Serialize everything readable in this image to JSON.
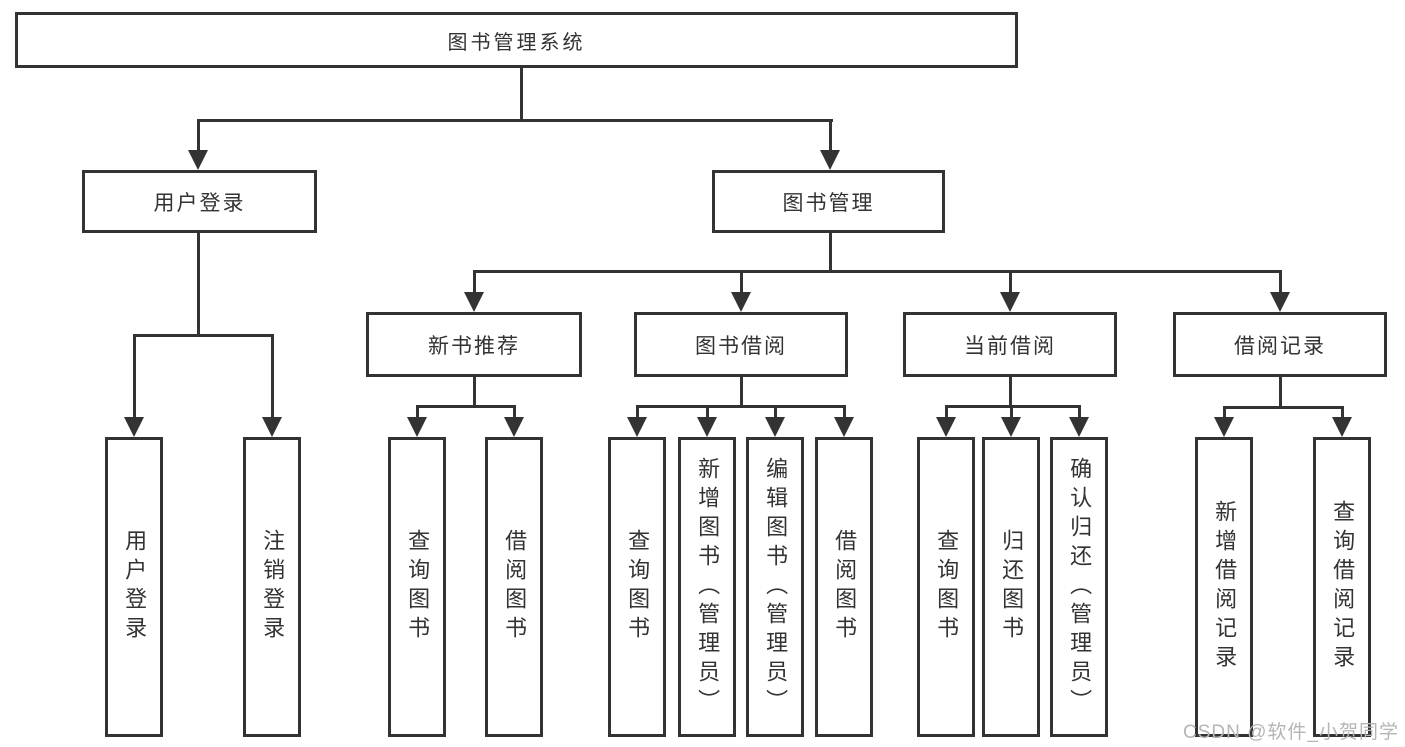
{
  "diagram": {
    "tree": {
      "label": "图书管理系统",
      "children": [
        {
          "label": "用户登录",
          "children": [
            {
              "label": "用户登录"
            },
            {
              "label": "注销登录"
            }
          ]
        },
        {
          "label": "图书管理",
          "children": [
            {
              "label": "新书推荐",
              "children": [
                {
                  "label": "查询图书"
                },
                {
                  "label": "借阅图书"
                }
              ]
            },
            {
              "label": "图书借阅",
              "children": [
                {
                  "label": "查询图书"
                },
                {
                  "label": "新增图书（管理员）"
                },
                {
                  "label": "编辑图书（管理员）"
                },
                {
                  "label": "借阅图书"
                }
              ]
            },
            {
              "label": "当前借阅",
              "children": [
                {
                  "label": "查询图书"
                },
                {
                  "label": "归还图书"
                },
                {
                  "label": "确认归还（管理员）"
                }
              ]
            },
            {
              "label": "借阅记录",
              "children": [
                {
                  "label": "新增借阅记录"
                },
                {
                  "label": "查询借阅记录"
                }
              ]
            }
          ]
        }
      ]
    },
    "colors": {
      "line": "#333333",
      "box_border": "#333333",
      "text": "#333333",
      "background": "#ffffff",
      "watermark": "#b5b5b5"
    }
  },
  "watermark": {
    "text": "CSDN @软件_小贺同学"
  }
}
